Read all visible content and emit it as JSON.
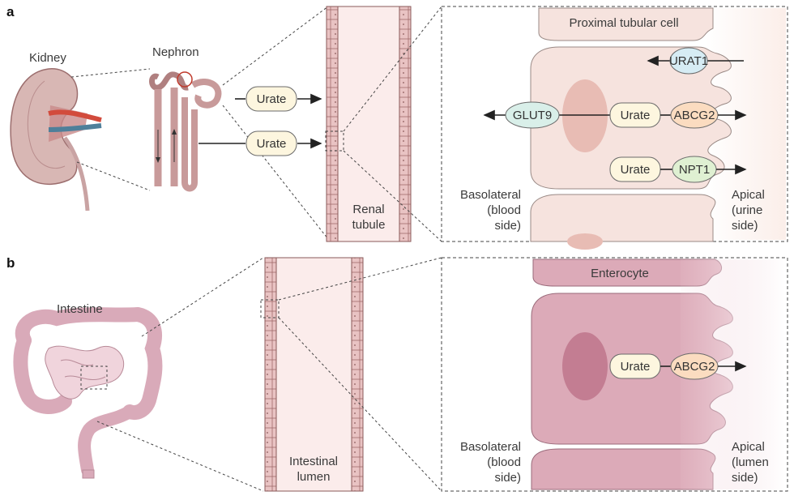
{
  "panels": {
    "a": "a",
    "b": "b"
  },
  "kidney_panel": {
    "kidney_label": "Kidney",
    "nephron_label": "Nephron",
    "urate_label_1": "Urate",
    "urate_label_2": "Urate",
    "tubule_label_line1": "Renal",
    "tubule_label_line2": "tubule",
    "cell_label": "Proximal tubular cell",
    "transporters": {
      "urat1": "URAT1",
      "glut9": "GLUT9",
      "urate_center": "Urate",
      "abcg2": "ABCG2",
      "urate_npt": "Urate",
      "npt1": "NPT1"
    },
    "basolateral": [
      "Basolateral",
      "(blood",
      "side)"
    ],
    "apical": [
      "Apical",
      "(urine",
      "side)"
    ]
  },
  "intestine_panel": {
    "intestine_label": "Intestine",
    "lumen_label_line1": "Intestinal",
    "lumen_label_line2": "lumen",
    "cell_label": "Enterocyte",
    "urate": "Urate",
    "abcg2": "ABCG2",
    "basolateral": [
      "Basolateral",
      "(blood",
      "side)"
    ],
    "apical": [
      "Apical",
      "(lumen",
      "side)"
    ]
  },
  "colors": {
    "kidney_cell": "#f6e3de",
    "enterocyte": "#dcaab8",
    "urate_fill": "#fdf6df",
    "abcg2_fill": "#fbdcc0",
    "urat1_fill": "#d6ecf4",
    "glut9_fill": "#d9efe9",
    "npt1_fill": "#dff0d2"
  }
}
